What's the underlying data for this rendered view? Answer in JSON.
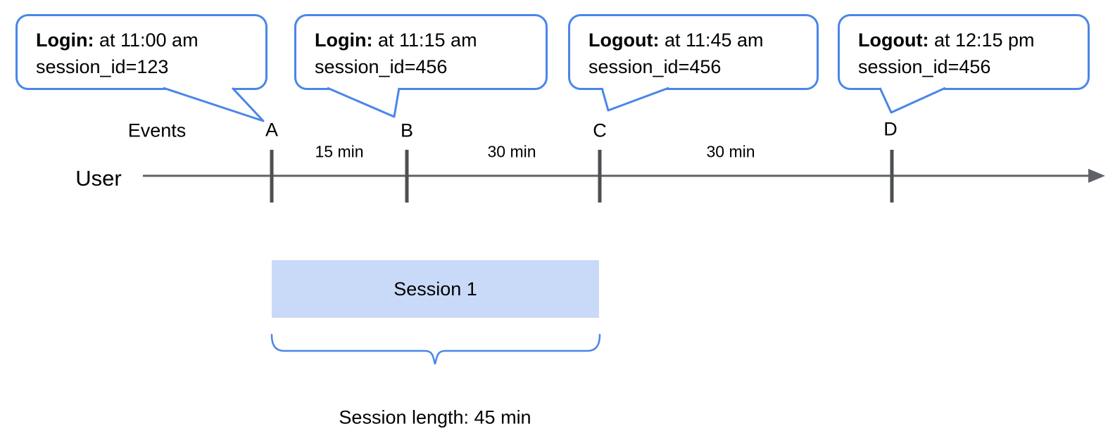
{
  "colors": {
    "accent_blue": "#4a86e8",
    "session_fill": "#c9daf8",
    "axis_gray": "#5f6368",
    "text_black": "#000000"
  },
  "callouts": [
    {
      "title": "Login:",
      "time": " at 11:00 am",
      "detail": "session_id=123"
    },
    {
      "title": "Login:",
      "time": " at 11:15 am",
      "detail": "session_id=456"
    },
    {
      "title": "Logout:",
      "time": " at 11:45 am",
      "detail": "session_id=456"
    },
    {
      "title": "Logout:",
      "time": " at 12:15 pm",
      "detail": "session_id=456"
    }
  ],
  "timeline": {
    "events_label": "Events",
    "user_label": "User",
    "event_markers": [
      {
        "label": "A"
      },
      {
        "label": "B"
      },
      {
        "label": "C"
      },
      {
        "label": "D"
      }
    ],
    "intervals": [
      {
        "label": "15 min"
      },
      {
        "label": "30 min"
      },
      {
        "label": "30 min"
      }
    ]
  },
  "session": {
    "label": "Session 1",
    "length_label": "Session length: 45 min"
  }
}
